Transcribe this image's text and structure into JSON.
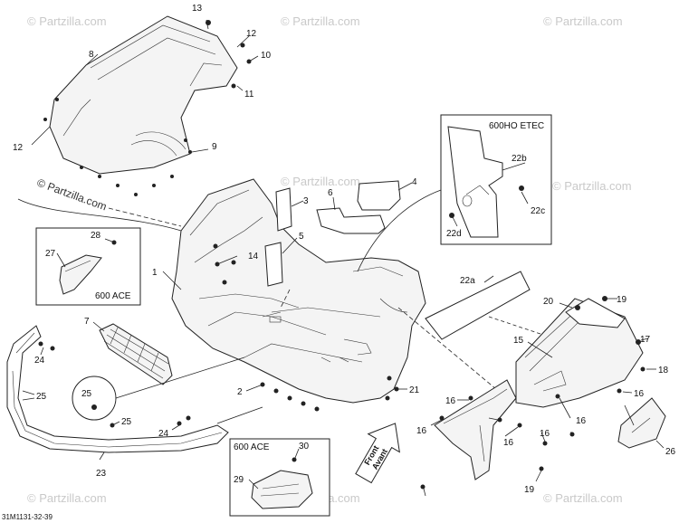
{
  "figure_code": "31M1131-32-39",
  "watermark": "© Partzilla.com",
  "boxes": {
    "etec_title": "600HO ETEC",
    "ace_top_title": "600 ACE",
    "ace_bottom_title": "600 ACE"
  },
  "callouts": {
    "c1": "1",
    "c2": "2",
    "c3": "3",
    "c4": "4",
    "c5": "5",
    "c6": "6",
    "c7": "7",
    "c8": "8",
    "c9": "9",
    "c10": "10",
    "c11": "11",
    "c12a": "12",
    "c12b": "12",
    "c13": "13",
    "c14": "14",
    "c15": "15",
    "c16a": "16",
    "c16b": "16",
    "c16c": "16",
    "c16d": "16",
    "c16e": "16",
    "c16f": "16",
    "c17": "17",
    "c18": "18",
    "c19a": "19",
    "c19b": "19",
    "c20": "20",
    "c21": "21",
    "c22a": "22a",
    "c22b": "22b",
    "c22c": "22c",
    "c22d": "22d",
    "c23": "23",
    "c24a": "24",
    "c24b": "24",
    "c25a": "25",
    "c25b": "25",
    "c25c": "25",
    "c26": "26",
    "c27": "27",
    "c28": "28",
    "c29": "29",
    "c30": "30"
  },
  "direction_arrow": {
    "line1": "Front",
    "line2": "Avant"
  }
}
